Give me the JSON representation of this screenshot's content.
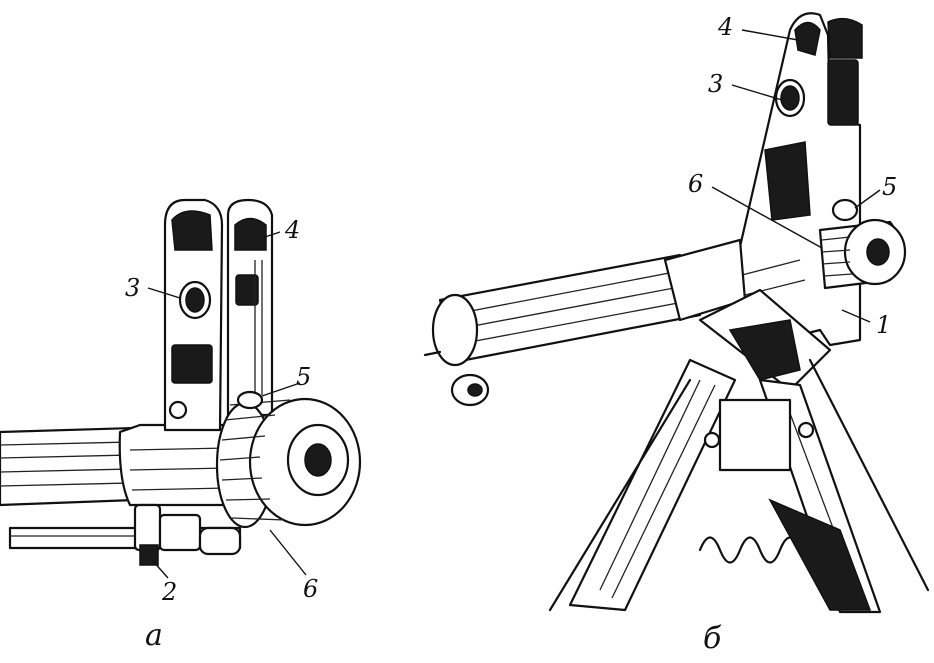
{
  "figure_a": {
    "caption": "а",
    "callouts": [
      "4",
      "3",
      "5",
      "2",
      "6"
    ]
  },
  "figure_b": {
    "caption": "б",
    "callouts": [
      "4",
      "3",
      "6",
      "5",
      "1"
    ]
  }
}
